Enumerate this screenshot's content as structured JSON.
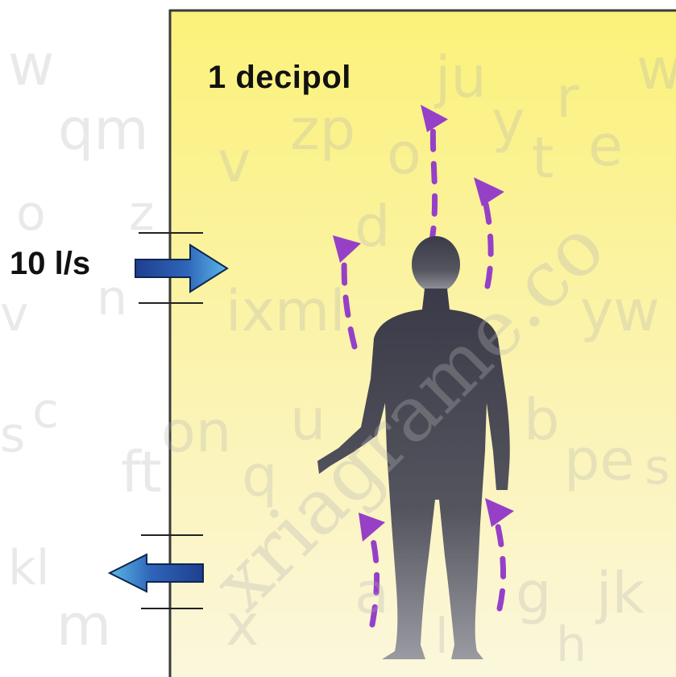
{
  "diagram": {
    "room_label": "1 decipol",
    "airflow_label": "10 l/s",
    "arrow_inlet": "supply air arrow pointing into room",
    "arrow_outlet": "exhaust air arrow pointing out of room",
    "figure": "standing person silhouette",
    "plume": "dashed purple arrows rising around person"
  },
  "colors": {
    "room_top": "#fbf27a",
    "room_bottom": "#fbf7dc",
    "wall": "#3a3a3a",
    "arrow_dark": "#1f3f8f",
    "arrow_light": "#5ab8e8",
    "plume": "#9640c8",
    "person_dark": "#3a3a48",
    "person_light": "#8a8a95"
  },
  "watermark": {
    "text": "xriagrame.co"
  }
}
